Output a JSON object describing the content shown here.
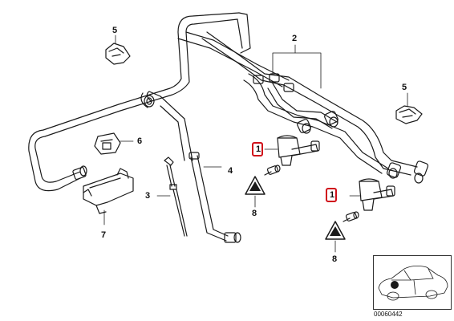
{
  "diagram": {
    "callouts": [
      {
        "id": "c5a",
        "label": "5"
      },
      {
        "id": "c2",
        "label": "2"
      },
      {
        "id": "c5b",
        "label": "5"
      },
      {
        "id": "c6",
        "label": "6"
      },
      {
        "id": "c1a",
        "label": "1"
      },
      {
        "id": "c4",
        "label": "4"
      },
      {
        "id": "c3",
        "label": "3"
      },
      {
        "id": "c8a",
        "label": "8"
      },
      {
        "id": "c1b",
        "label": "1"
      },
      {
        "id": "c7",
        "label": "7"
      },
      {
        "id": "c8b",
        "label": "8"
      }
    ],
    "reference_number": "00060442",
    "highlight_color": "#d0101a",
    "line_color": "#1a1a1a"
  }
}
